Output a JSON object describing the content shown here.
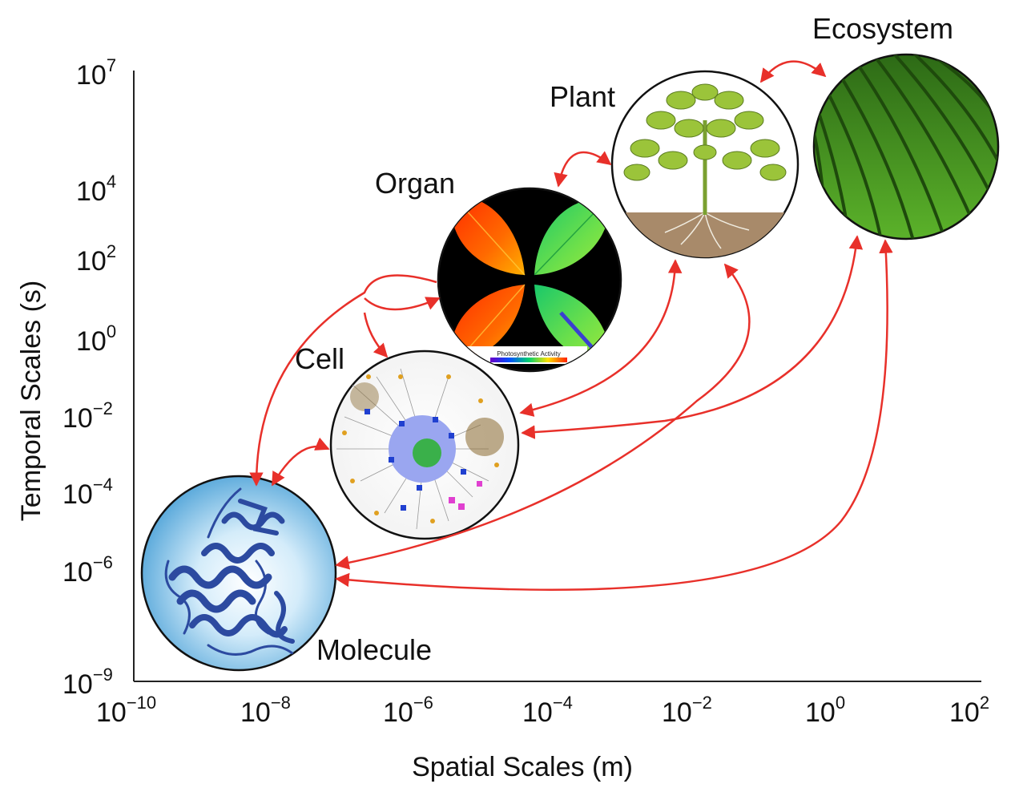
{
  "axes": {
    "x_title": "Spatial Scales (m)",
    "y_title": "Temporal Scales (s)",
    "x_ticks": [
      {
        "base": "10",
        "exp": "−10"
      },
      {
        "base": "10",
        "exp": "−8"
      },
      {
        "base": "10",
        "exp": "−6"
      },
      {
        "base": "10",
        "exp": "−4"
      },
      {
        "base": "10",
        "exp": "−2"
      },
      {
        "base": "10",
        "exp": "0"
      },
      {
        "base": "10",
        "exp": "2"
      }
    ],
    "y_ticks": [
      {
        "base": "10",
        "exp": "7"
      },
      {
        "base": "10",
        "exp": "4"
      },
      {
        "base": "10",
        "exp": "2"
      },
      {
        "base": "10",
        "exp": "0"
      },
      {
        "base": "10",
        "exp": "−2"
      },
      {
        "base": "10",
        "exp": "−4"
      },
      {
        "base": "10",
        "exp": "−6"
      },
      {
        "base": "10",
        "exp": "−9"
      }
    ]
  },
  "scales": {
    "molecule": "Molecule",
    "cell": "Cell",
    "organ": "Organ",
    "plant": "Plant",
    "ecosystem": "Ecosystem"
  },
  "organ_colorbar_label": "Photosynthetic Activity",
  "colors": {
    "arrow": "#e8302a",
    "molecule_fill": "#8ec9ee",
    "protein": "#2c4aa0",
    "leaf_hot": "#ff3a00",
    "leaf_cool": "#2ccf6a",
    "plant_leaf": "#9bc43a",
    "field": "#3a8a1e"
  }
}
